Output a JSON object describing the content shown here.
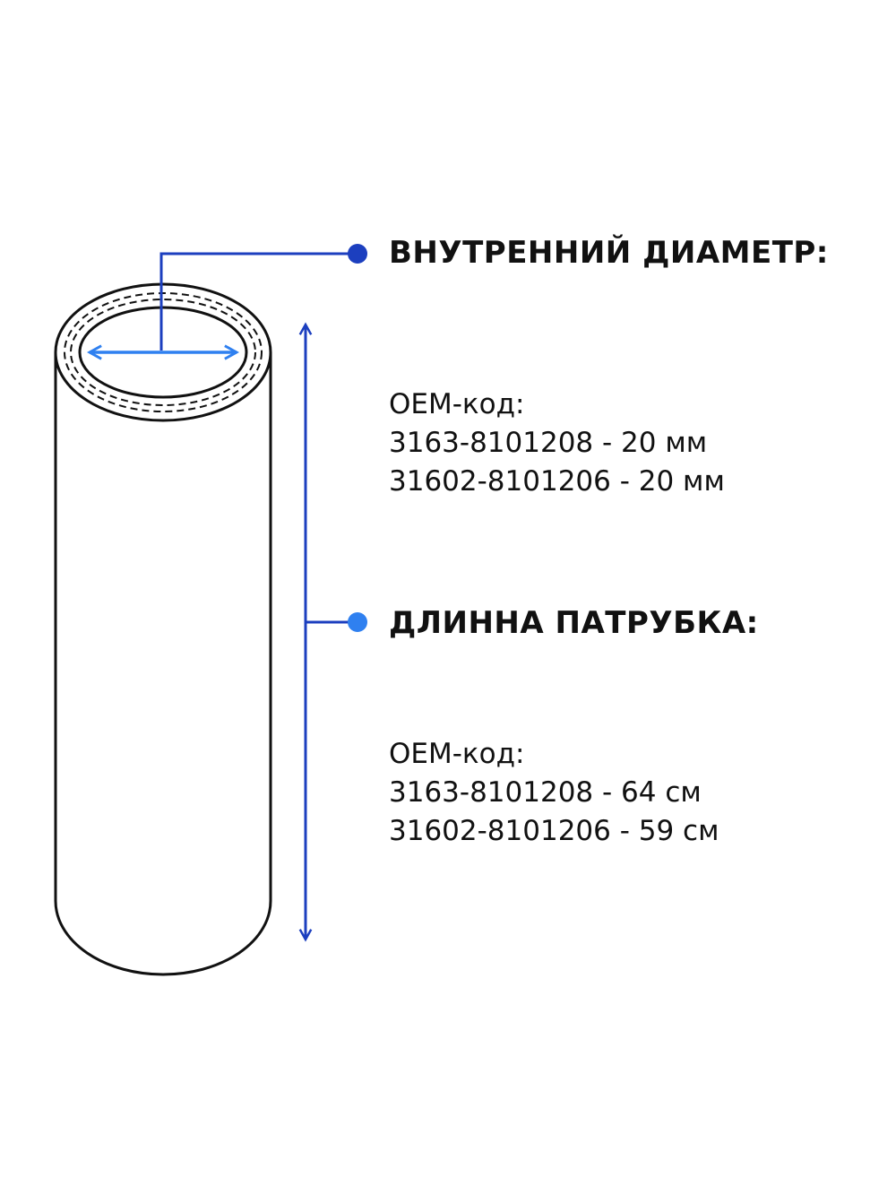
{
  "colors": {
    "accent_dark": "#1c3fbf",
    "accent_light": "#2f80f0",
    "outline": "#111111"
  },
  "diameter": {
    "heading": "ВНУТРЕННИЙ ДИАМЕТР:",
    "oem_label": "OEM-код:",
    "lines": [
      "3163-8101208 - 20 мм",
      "31602-8101206 - 20 мм"
    ]
  },
  "length": {
    "heading": "ДЛИННА ПАТРУБКА:",
    "oem_label": "OEM-код:",
    "lines": [
      "3163-8101208 - 64 см",
      "31602-8101206 - 59 см"
    ]
  }
}
